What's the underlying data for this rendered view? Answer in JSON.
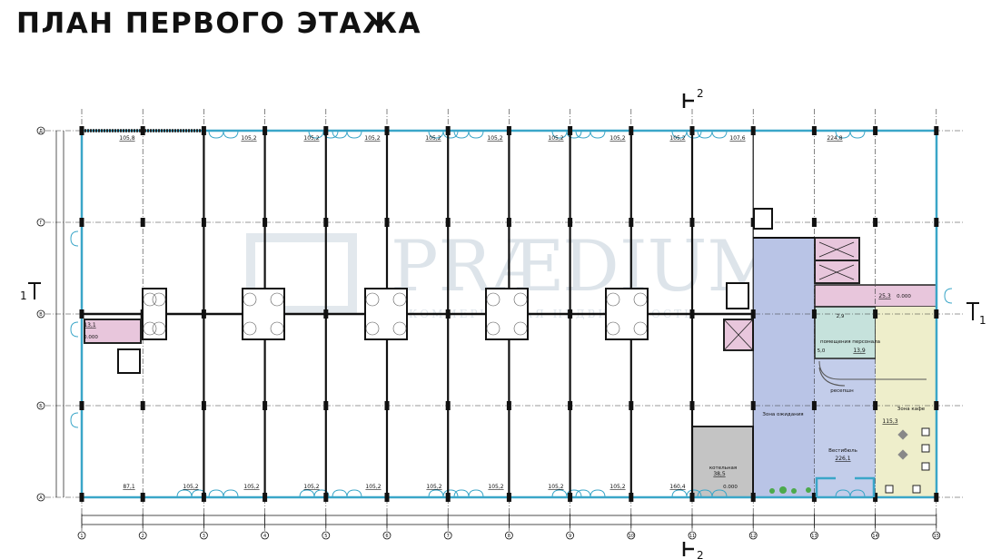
{
  "title": "ПЛАН ПЕРВОГО ЭТАЖА",
  "watermark": {
    "brand": "PRÆDIUM",
    "tagline": "КОММЕРЧЕСКАЯ НЕДВИЖИМОСТЬ"
  },
  "axes": {
    "columns": [
      "1",
      "2",
      "3",
      "4",
      "5",
      "6",
      "7",
      "8",
      "9",
      "10",
      "11",
      "12",
      "13",
      "14",
      "15"
    ],
    "rows": [
      "А",
      "Б",
      "В",
      "Г",
      "Д"
    ]
  },
  "section_marks": {
    "horizontal": "1",
    "vertical": "2"
  },
  "rooms_top": [
    "105,8",
    "105,2",
    "105,2",
    "105,2",
    "105,2",
    "105,2",
    "105,2",
    "105,2",
    "105,2",
    "107,6",
    "224,8"
  ],
  "rooms_bottom": [
    "87,1",
    "105,2",
    "105,2",
    "105,2",
    "105,2",
    "105,2",
    "105,2",
    "105,2",
    "105,2",
    "160,4"
  ],
  "stair_left": {
    "area": "13,1",
    "level": "0.000"
  },
  "boiler": {
    "name": "котельная",
    "area": "38,5",
    "level": "0.000"
  },
  "corridor": {
    "area": "25,3",
    "level": "0.000"
  },
  "staff": {
    "name": "помещения персонала",
    "area": "13,9",
    "small_area_1": "2,9",
    "small_area_2": "5,0"
  },
  "reception": "ресепшн",
  "waiting": "Зона ожидания",
  "vestibule": {
    "name": "Вестибюль",
    "area": "226,1"
  },
  "cafe": {
    "name": "Зона кафе",
    "area": "115,3"
  },
  "colors": {
    "glazing": "#3aa6c8",
    "waiting": "#b9c4e6",
    "vestibule": "#c3cdea",
    "technical": "#e8c6dc",
    "staff": "#c6e2dc",
    "cafe": "#eeeecb",
    "boiler": "#c4c4c4"
  }
}
